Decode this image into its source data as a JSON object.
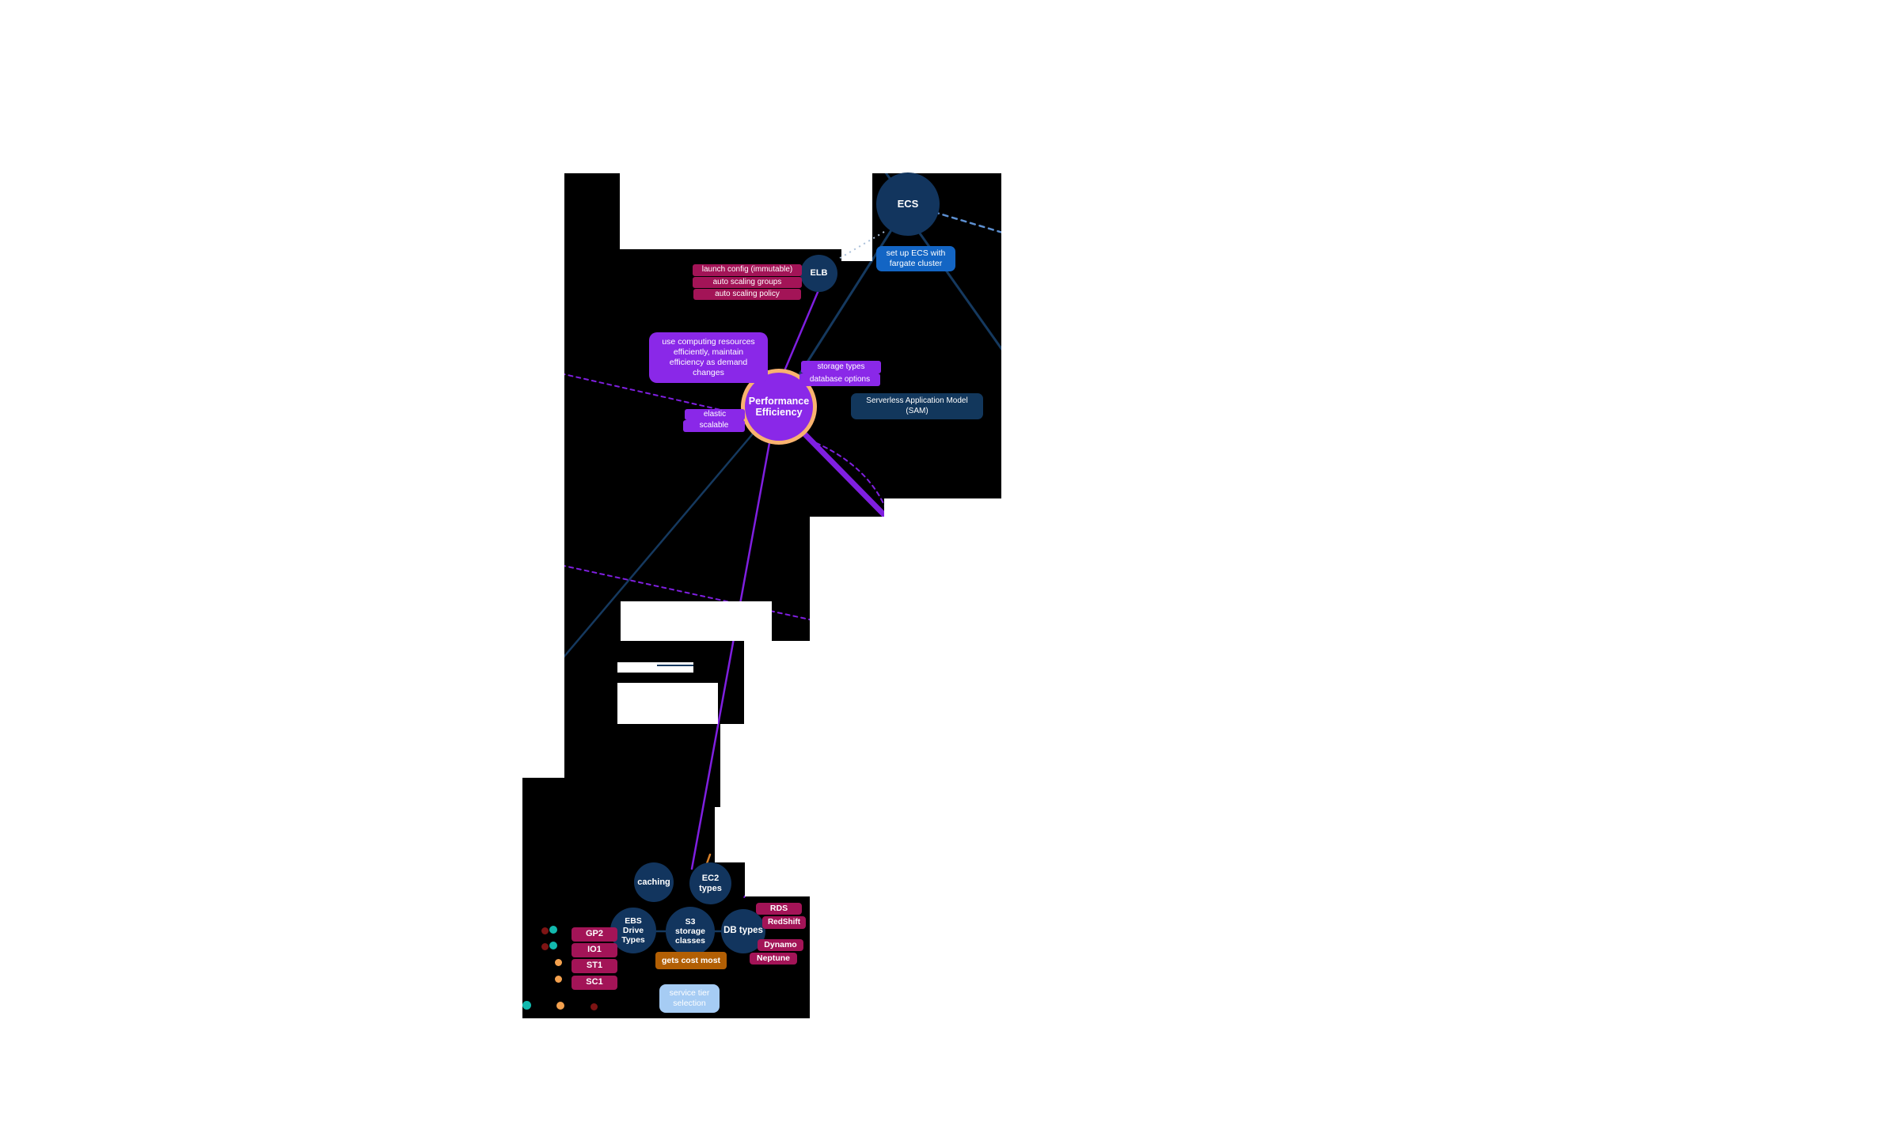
{
  "canvas": {
    "page_bg": "#ffffff",
    "mask_bg": "#000000"
  },
  "colors": {
    "node_navy": "#12355E",
    "label_blue": "#1365C4",
    "label_crimson": "#A31457",
    "label_purple": "#8A28E8",
    "center_ring_orange": "#F9B36F",
    "label_dark_orange": "#B25F04",
    "label_light_blue": "#A6CCF4",
    "edge_navy": "#15395F",
    "edge_purple": "#7F1FE0",
    "edge_orange": "#D9822B",
    "edge_light_dash": "#5D8FD0",
    "edge_speck_dash": "#A9BFD9",
    "dot_teal": "#12B9AE",
    "dot_orange": "#F4A14E",
    "dot_maroon": "#7E1414"
  },
  "nodes": {
    "center": {
      "label": "Performance\nEfficiency"
    },
    "ecs": {
      "label": "ECS"
    },
    "elb": {
      "label": "ELB"
    },
    "caching": {
      "label": "caching"
    },
    "ec2_types": {
      "label": "EC2\ntypes"
    },
    "ebs_drive_types": {
      "label": "EBS\nDrive\nTypes"
    },
    "s3_storage_classes": {
      "label": "S3\nstorage\nclasses"
    },
    "db_types": {
      "label": "DB types"
    }
  },
  "labels": {
    "launch_config": "launch config (immutable)",
    "auto_scaling_groups": "auto scaling groups",
    "auto_scaling_policy": "auto scaling policy",
    "setup_ecs": "set up ECS with\nfargate cluster",
    "use_computing": "use computing resources\nefficiently, maintain\nefficiency as demand\nchanges",
    "storage_types": "storage types",
    "database_options": "database options",
    "sam": "Serverless Application Model\n(SAM)",
    "elastic": "elastic",
    "scalable": "scalable",
    "gp2": "GP2",
    "io1": "IO1",
    "st1": "ST1",
    "sc1": "SC1",
    "rds": "RDS",
    "redshift": "RedShift",
    "dynamo": "Dynamo",
    "neptune": "Neptune",
    "gets_cost_most": "gets cost most",
    "service_tier": "service tier\nselection"
  }
}
